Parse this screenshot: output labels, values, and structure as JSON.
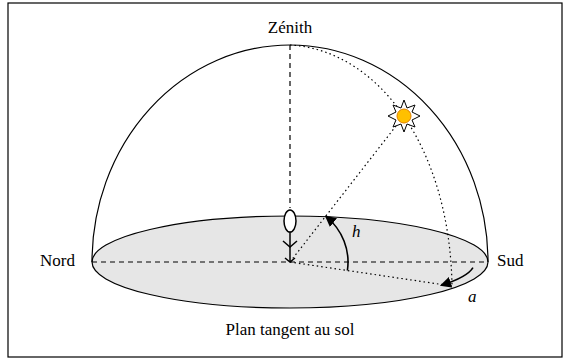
{
  "diagram": {
    "labels": [
      "Zénith",
      "Nord",
      "Sud",
      "h",
      "a",
      "Plan tangent au sol"
    ]
  }
}
